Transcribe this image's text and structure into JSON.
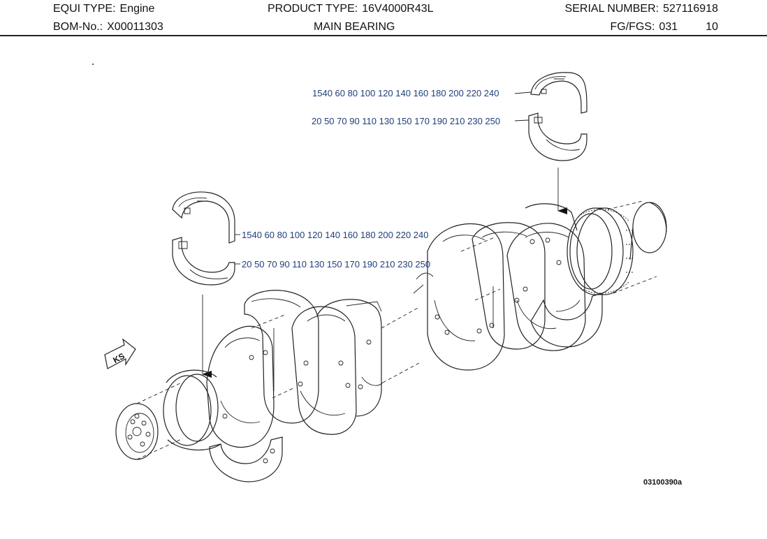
{
  "header": {
    "equi_type_label": "EQUI TYPE:",
    "equi_type_value": "Engine",
    "product_type_label": "PRODUCT TYPE:",
    "product_type_value": "16V4000R43L",
    "serial_number_label": "SERIAL NUMBER:",
    "serial_number_value": "527116918",
    "bom_label": "BOM-No.:",
    "bom_value": "X00011303",
    "title": "MAIN BEARING",
    "fg_label": "FG/FGS:",
    "fg_value": "031",
    "sheet": "10"
  },
  "callouts": {
    "upper_shell_top": "1540 60 80 100 120 140 160 180 200 220 240",
    "upper_shell_bottom": "20 50 70 90 110 130 150 170 190 210 230 250",
    "lower_shell_top": "1540 60 80 100 120 140 160 180 200 220 240",
    "lower_shell_bottom": "20 50 70 90 110 130 150 170 190 210 230 250"
  },
  "flywheel_side_marker": "KS",
  "drawing_number": "03100390a",
  "colors": {
    "callout": "#1f3f7a",
    "line": "#222222",
    "header_rule": "#222222"
  }
}
